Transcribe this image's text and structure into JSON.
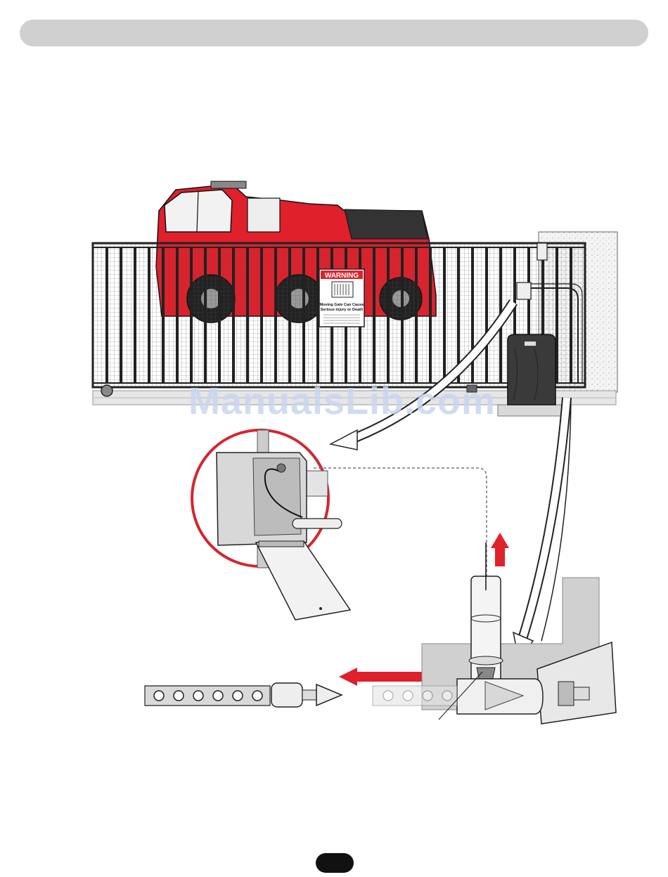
{
  "warning_sign": {
    "title": "WARNING",
    "line1": "Moving Gate Can Cause",
    "line2": "Serious Injury or Death"
  },
  "watermark": "ManualsLib.com",
  "colors": {
    "truck_red": "#e0202b",
    "arrow_red": "#e0202b",
    "header_gray": "#d0d0d0",
    "watermark_blue": "#c9d6ef"
  }
}
